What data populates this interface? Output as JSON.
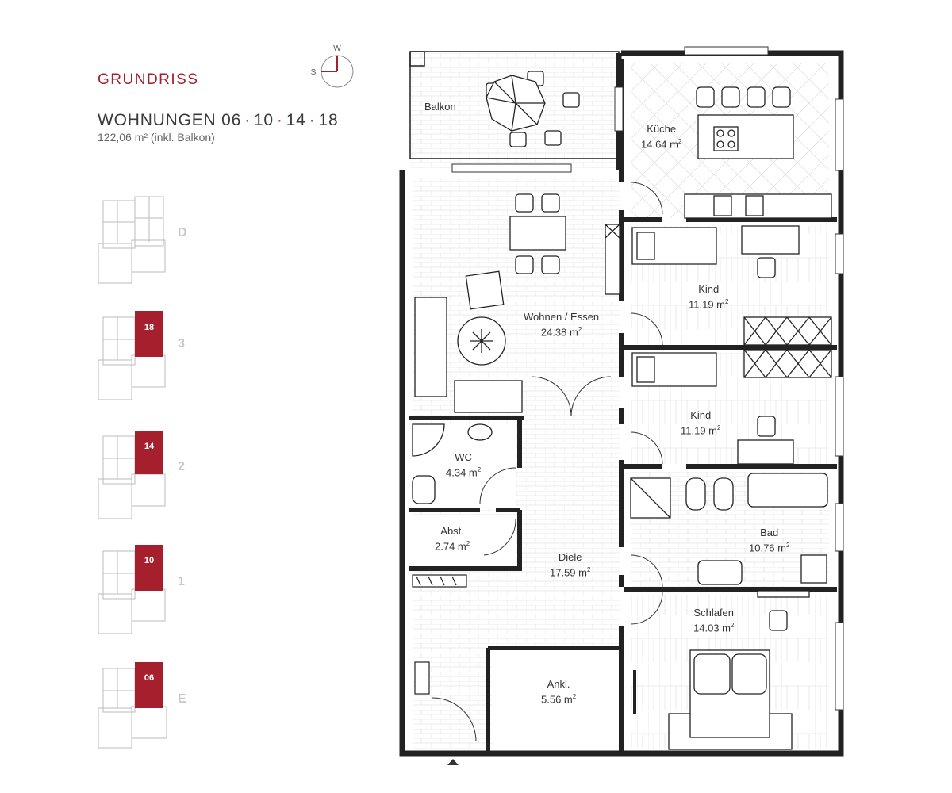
{
  "header": {
    "title": "GRUNDRISS",
    "units_prefix": "WOHNUNGEN",
    "units": [
      "06",
      "10",
      "14",
      "18"
    ],
    "area": "122,06 m² (inkl. Balkon)"
  },
  "compass": {
    "north_label": "W",
    "west_label": "S"
  },
  "floors": [
    {
      "level": "D",
      "unit": ""
    },
    {
      "level": "3",
      "unit": "18"
    },
    {
      "level": "2",
      "unit": "14"
    },
    {
      "level": "1",
      "unit": "10"
    },
    {
      "level": "E",
      "unit": "06"
    }
  ],
  "rooms": [
    {
      "name": "Balkon",
      "area": ""
    },
    {
      "name": "Küche",
      "area": "14.64 m"
    },
    {
      "name": "Wohnen / Essen",
      "area": "24.38 m"
    },
    {
      "name": "Kind",
      "area": "11.19 m"
    },
    {
      "name": "Kind",
      "area": "11.19 m"
    },
    {
      "name": "WC",
      "area": "4.34 m"
    },
    {
      "name": "Abst.",
      "area": "2.74 m"
    },
    {
      "name": "Bad",
      "area": "10.76 m"
    },
    {
      "name": "Diele",
      "area": "17.59 m"
    },
    {
      "name": "Schlafen",
      "area": "14.03 m"
    },
    {
      "name": "Ankl.",
      "area": "5.56 m"
    }
  ],
  "colors": {
    "accent": "#a5202c",
    "wall": "#222222",
    "floor_inactive": "#c8c8c8"
  }
}
